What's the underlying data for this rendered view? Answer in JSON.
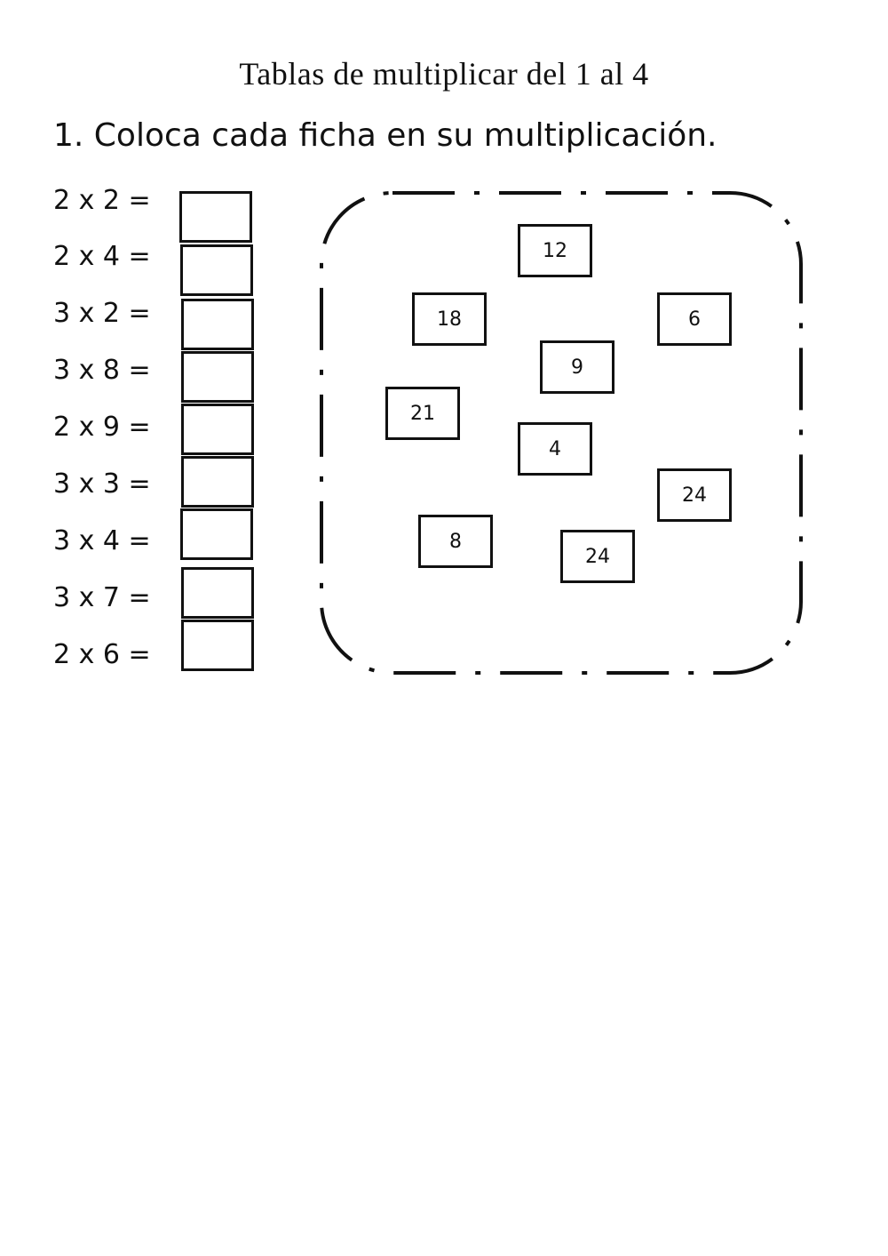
{
  "title": "Tablas de multiplicar del 1 al 4",
  "instruction": "1. Coloca cada ficha en su multiplicación.",
  "equations": [
    {
      "label": "2 x 2 ="
    },
    {
      "label": "2 x 4 ="
    },
    {
      "label": "3 x 2 ="
    },
    {
      "label": "3 x 8 ="
    },
    {
      "label": "2 x 9 ="
    },
    {
      "label": "3 x 3 ="
    },
    {
      "label": "3 x 4 ="
    },
    {
      "label": "3 x 7 ="
    },
    {
      "label": "2 x 6 ="
    }
  ],
  "tiles": [
    {
      "value": "12"
    },
    {
      "value": "18"
    },
    {
      "value": "6"
    },
    {
      "value": "9"
    },
    {
      "value": "21"
    },
    {
      "value": "4"
    },
    {
      "value": "24"
    },
    {
      "value": "8"
    },
    {
      "value": "24"
    }
  ]
}
